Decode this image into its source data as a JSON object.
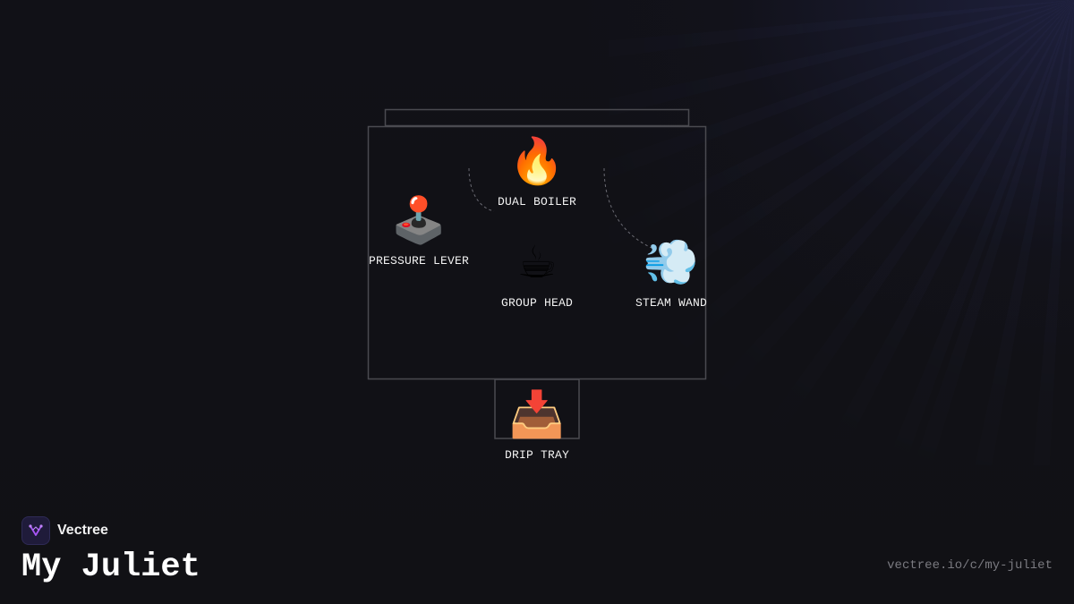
{
  "diagram": {
    "components": [
      {
        "id": "dual-boiler",
        "label": "DUAL BOILER",
        "icon": "fire-icon",
        "glyph": "🔥"
      },
      {
        "id": "pressure-lever",
        "label": "PRESSURE LEVER",
        "icon": "joystick-icon",
        "glyph": "🕹️"
      },
      {
        "id": "group-head",
        "label": "GROUP HEAD",
        "icon": "hot-beverage-icon",
        "glyph": "☕"
      },
      {
        "id": "steam-wand",
        "label": "STEAM WAND",
        "icon": "dash-steam-icon",
        "glyph": "💨"
      },
      {
        "id": "drip-tray",
        "label": "DRIP TRAY",
        "icon": "inbox-tray-icon",
        "glyph": "📥"
      }
    ],
    "connections": [
      {
        "from": "dual-boiler",
        "to": "pressure-lever",
        "style": "dashed"
      },
      {
        "from": "dual-boiler",
        "to": "steam-wand",
        "style": "dashed"
      }
    ],
    "stroke_color": "#4a4a50",
    "connector_color": "#6a6a72"
  },
  "brand": {
    "name": "Vectree",
    "logo_icon": "vectree-logo-icon",
    "accent": "#a855f7"
  },
  "title": "My Juliet",
  "url": "vectree.io/c/my-juliet"
}
